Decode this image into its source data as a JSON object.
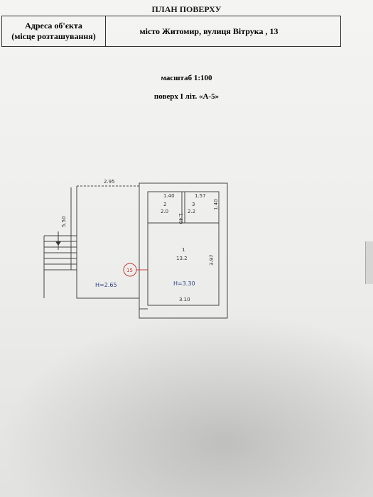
{
  "header": {
    "title": "ПЛАН ПОВЕРХУ",
    "address_label_line1": "Адреса об'єкта",
    "address_label_line2": "(місце розташування)",
    "address_value": "місто Житомир, вулиця Вітрука , 13"
  },
  "scale": "масштаб 1:100",
  "floor": "поверх I літ. «А-5»",
  "plan": {
    "dimensions": {
      "top_left": "2.95",
      "left_side": "5.50",
      "room2_width": "1.40",
      "room2_height": "1.40",
      "room3_width": "1.57",
      "room3_height": "1.40",
      "room1_height": "3.97",
      "room1_width": "3.10"
    },
    "rooms": [
      {
        "number": "1",
        "area": "13.2"
      },
      {
        "number": "2",
        "area": "2.0"
      },
      {
        "number": "3",
        "area": "2.2"
      }
    ],
    "heights": {
      "left": "H=2.65",
      "right": "H=3.30"
    },
    "circled_number": "15"
  }
}
